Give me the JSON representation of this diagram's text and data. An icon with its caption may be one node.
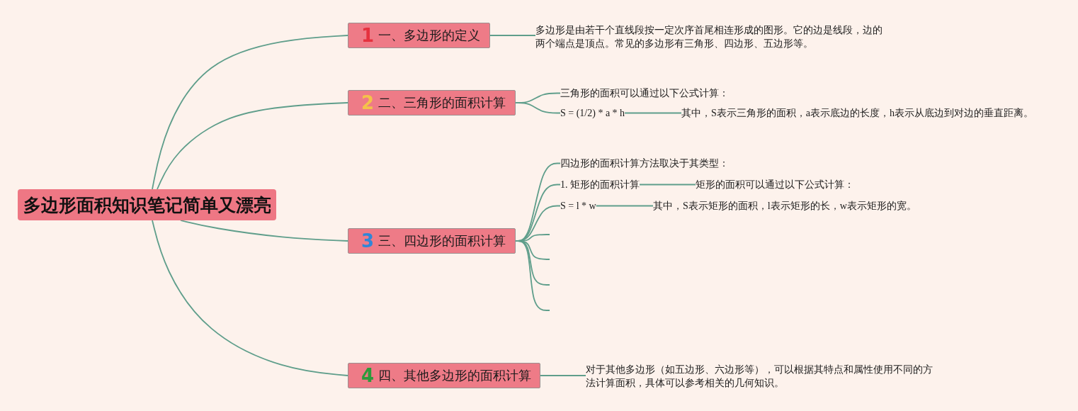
{
  "diagram": {
    "nodes": [
      {
        "text": [
          "多边形面积知识笔记简单又漂亮"
        ]
      },
      {
        "text": [
          "1",
          "一、多边形的定义"
        ]
      },
      {
        "text": [
          "多边形是由若干个直线段按一定次序首尾相连形成的图形。它的边是线段，边的两个端点是顶点。常见的多边形有三角形、四边形、五边形等。"
        ]
      },
      {
        "text": [
          "2",
          "二、三角形的面积计算"
        ]
      },
      {
        "text": [
          "三角形的面积可以通过以下公式计算："
        ]
      },
      {
        "text": [
          "S = (1/2) * a * h"
        ]
      },
      {
        "text": [
          "其中，S表示三角形的面积，a表示底边的长度，h表示从底边到对边的垂直距离。"
        ]
      },
      {
        "text": [
          "3",
          "三、四边形的面积计算"
        ]
      },
      {
        "text": [
          "四边形的面积计算方法取决于其类型："
        ]
      },
      {
        "text": [
          "1. 矩形的面积计算"
        ]
      },
      {
        "text": [
          "矩形的面积可以通过以下公式计算："
        ]
      },
      {
        "text": [
          "S = l * w"
        ]
      },
      {
        "text": [
          "其中，S表示矩形的面积，l表示矩形的长，w表示矩形的宽。"
        ]
      },
      {
        "text": [
          "4",
          "四、其他多边形的面积计算"
        ]
      },
      {
        "text": [
          "对于其他多边形（如五边形、六边形等），可以根据其特点和属性使用不同的方法计算面积，具体可以参考相关的几何知识。"
        ]
      }
    ],
    "edges": [
      {
        "from": 0,
        "to": 1,
        "arrow": "none"
      },
      {
        "from": 0,
        "to": 3,
        "arrow": "none"
      },
      {
        "from": 0,
        "to": 7,
        "arrow": "none"
      },
      {
        "from": 0,
        "to": 13,
        "arrow": "none"
      },
      {
        "from": 1,
        "to": 2,
        "arrow": "none"
      },
      {
        "from": 3,
        "to": 4,
        "arrow": "none"
      },
      {
        "from": 3,
        "to": 5,
        "arrow": "none"
      },
      {
        "from": 5,
        "to": 6,
        "arrow": "none"
      },
      {
        "from": 7,
        "to": 8,
        "arrow": "none"
      },
      {
        "from": 7,
        "to": 9,
        "arrow": "none"
      },
      {
        "from": 9,
        "to": 10,
        "arrow": "none"
      },
      {
        "from": 7,
        "to": 11,
        "arrow": "none"
      },
      {
        "from": 11,
        "to": 12,
        "arrow": "none"
      },
      {
        "from": 7,
        "to": null,
        "arrow": "none"
      },
      {
        "from": 7,
        "to": null,
        "arrow": "none"
      },
      {
        "from": 7,
        "to": null,
        "arrow": "none"
      },
      {
        "from": 7,
        "to": null,
        "arrow": "none"
      },
      {
        "from": 13,
        "to": 14,
        "arrow": "none"
      }
    ]
  }
}
